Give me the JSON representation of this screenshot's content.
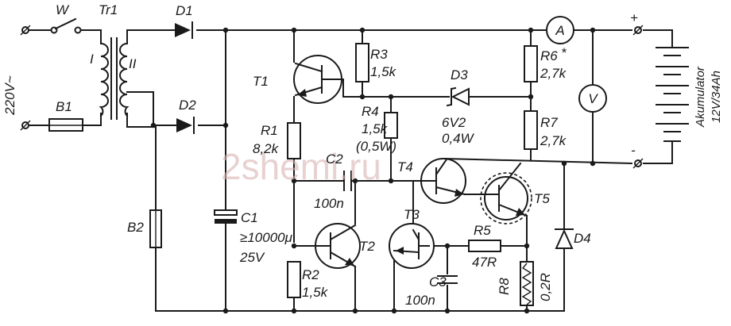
{
  "labels": {
    "mains": "220V~",
    "switch": "W",
    "transformer": "Tr1",
    "primary": "I",
    "secondary": "II",
    "fuse1": "B1",
    "fuse2": "B2",
    "d1": "D1",
    "d2": "D2",
    "d3": "D3",
    "d3_val1": "6V2",
    "d3_val2": "0,4W",
    "d4": "D4",
    "c1": "C1",
    "c1_val1": "≥10000μ",
    "c1_val2": "25V",
    "c2": "C2",
    "c2_val": "100n",
    "c3": "C3",
    "c3_val": "100n",
    "r1": "R1",
    "r1_val": "8,2k",
    "r2": "R2",
    "r2_val": "1,5k",
    "r3": "R3",
    "r3_val": "1,5k",
    "r4": "R4",
    "r4_val1": "1,5k",
    "r4_val2": "(0,5W)",
    "r5": "R5",
    "r5_val": "47R",
    "r6": "R6",
    "r6_star": "*",
    "r6_val": "2,7k",
    "r7": "R7",
    "r7_val": "2,7k",
    "r8": "R8",
    "r8_val": "0,2R",
    "t1": "T1",
    "t2": "T2",
    "t3": "T3",
    "t4": "T4",
    "t5": "T5",
    "ammeter": "A",
    "voltmeter": "V",
    "plus": "+",
    "minus": "-",
    "battery1": "Akumulator",
    "battery2": "12V/34Ah",
    "watermark": "2shemi.ru"
  }
}
